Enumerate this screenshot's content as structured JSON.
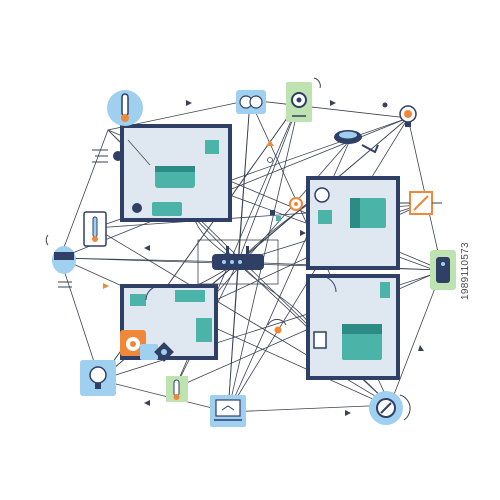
{
  "diagram": {
    "colors": {
      "wall": "#2f3f66",
      "floor": "#dfe7f1",
      "furniture": "#4bb3a8",
      "furniture_dark": "#2c8b84",
      "line": "#3a4352",
      "badge_blue": "#9fd0ef",
      "badge_green": "#bfe3b0",
      "badge_orange": "#f0883a",
      "router": "#2f3f66"
    },
    "nodes": [
      {
        "id": "thermostat-top",
        "icon": "thermometer-icon"
      },
      {
        "id": "smart-plug",
        "icon": "plug-icon"
      },
      {
        "id": "security-camera",
        "icon": "camera-icon"
      },
      {
        "id": "robot-vacuum",
        "icon": "robot-vacuum-icon"
      },
      {
        "id": "smart-bulb-top",
        "icon": "lightbulb-icon"
      },
      {
        "id": "door-sensor",
        "icon": "sensor-icon"
      },
      {
        "id": "water-heater",
        "icon": "boiler-icon"
      },
      {
        "id": "smart-speaker",
        "icon": "speaker-icon"
      },
      {
        "id": "thermostat-left",
        "icon": "thermometer-icon"
      },
      {
        "id": "smart-bulb-bottom",
        "icon": "lightbulb-icon"
      },
      {
        "id": "thermometer-bottom",
        "icon": "thermometer-icon"
      },
      {
        "id": "laptop",
        "icon": "laptop-icon"
      },
      {
        "id": "smart-lock",
        "icon": "lock-icon"
      },
      {
        "id": "washing-machine",
        "icon": "washer-icon"
      },
      {
        "id": "router-hub",
        "icon": "router-icon"
      }
    ],
    "watermark": "1989110573"
  }
}
